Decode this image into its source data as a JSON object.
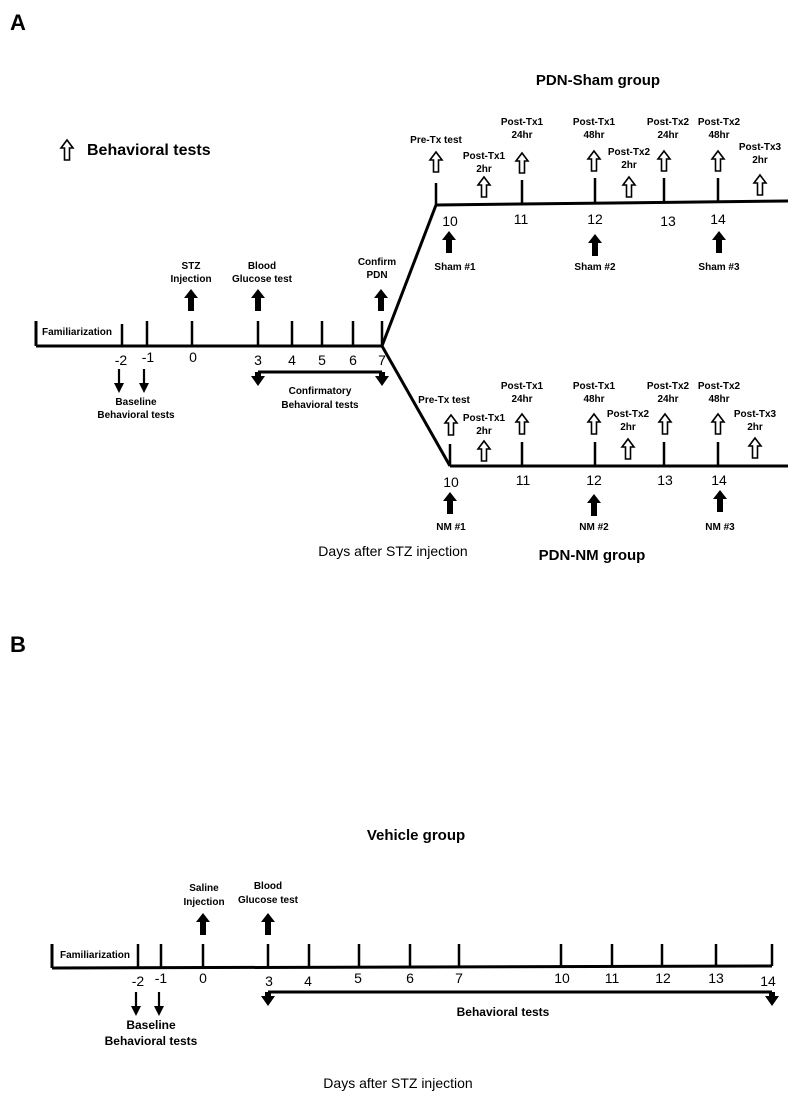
{
  "panel_a": {
    "letter": "A",
    "legend_label": "Behavioral tests",
    "sham_group_title": "PDN-Sham group",
    "nm_group_title": "PDN-NM group",
    "familiarization": "Familiarization",
    "axis_caption": "Days after STZ injection",
    "baseline_label": [
      "Baseline",
      "Behavioral tests"
    ],
    "confirmatory_label": [
      "Confirmatory",
      "Behavioral tests"
    ],
    "stz_label": [
      "STZ",
      "Injection"
    ],
    "blood_label": [
      "Blood",
      "Glucose test"
    ],
    "confirm_label": [
      "Confirm",
      "PDN"
    ],
    "main_days": [
      "-2",
      "-1",
      "0",
      "3",
      "4",
      "5",
      "6",
      "7"
    ],
    "branch_days": [
      "10",
      "11",
      "12",
      "13",
      "14"
    ],
    "pre_tx": "Pre-Tx test",
    "post_tx1_2hr": [
      "Post-Tx1",
      "2hr"
    ],
    "post_tx1_24hr": [
      "Post-Tx1",
      "24hr"
    ],
    "post_tx1_48hr": [
      "Post-Tx1",
      "48hr"
    ],
    "post_tx2_2hr": [
      "Post-Tx2",
      "2hr"
    ],
    "post_tx2_24hr": [
      "Post-Tx2",
      "24hr"
    ],
    "post_tx2_48hr": [
      "Post-Tx2",
      "48hr"
    ],
    "post_tx3_2hr": [
      "Post-Tx3",
      "2hr"
    ],
    "sham_treatments": [
      "Sham #1",
      "Sham #2",
      "Sham #3"
    ],
    "nm_treatments": [
      "NM #1",
      "NM #2",
      "NM #3"
    ]
  },
  "panel_b": {
    "letter": "B",
    "group_title": "Vehicle group",
    "familiarization": "Familiarization",
    "saline_label": [
      "Saline",
      "Injection"
    ],
    "blood_label": [
      "Blood",
      "Glucose test"
    ],
    "days": [
      "-2",
      "-1",
      "0",
      "3",
      "4",
      "5",
      "6",
      "7",
      "10",
      "11",
      "12",
      "13",
      "14"
    ],
    "baseline_label": [
      "Baseline",
      "Behavioral tests"
    ],
    "behavioral_label": "Behavioral tests",
    "axis_caption": "Days after STZ injection"
  }
}
